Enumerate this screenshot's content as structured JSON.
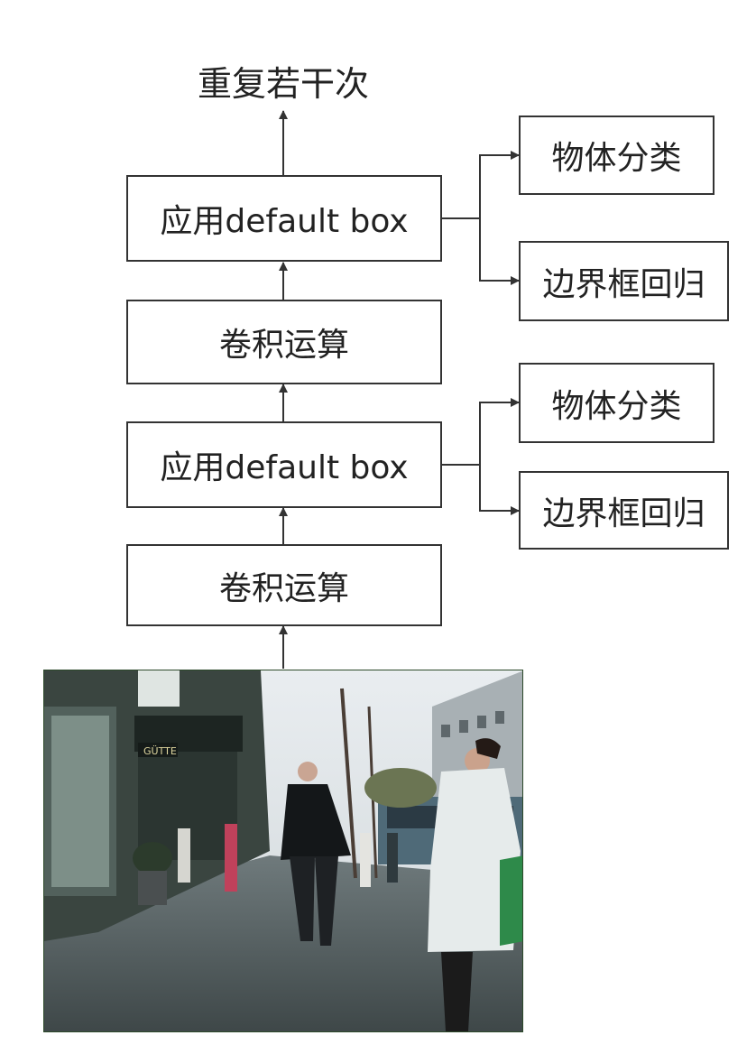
{
  "top_label": "重复若干次",
  "blocks": {
    "default_box_upper": "应用default box",
    "conv_upper": "卷积运算",
    "default_box_lower": "应用default box",
    "conv_lower": "卷积运算"
  },
  "heads": {
    "classify_upper": "物体分类",
    "bbox_upper": "边界框回归",
    "classify_lower": "物体分类",
    "bbox_lower": "边界框回归"
  },
  "photo": {
    "signs": [
      "GÜTTE"
    ]
  },
  "colors": {
    "line": "#333333",
    "photo_border": "#2d4a2a"
  }
}
